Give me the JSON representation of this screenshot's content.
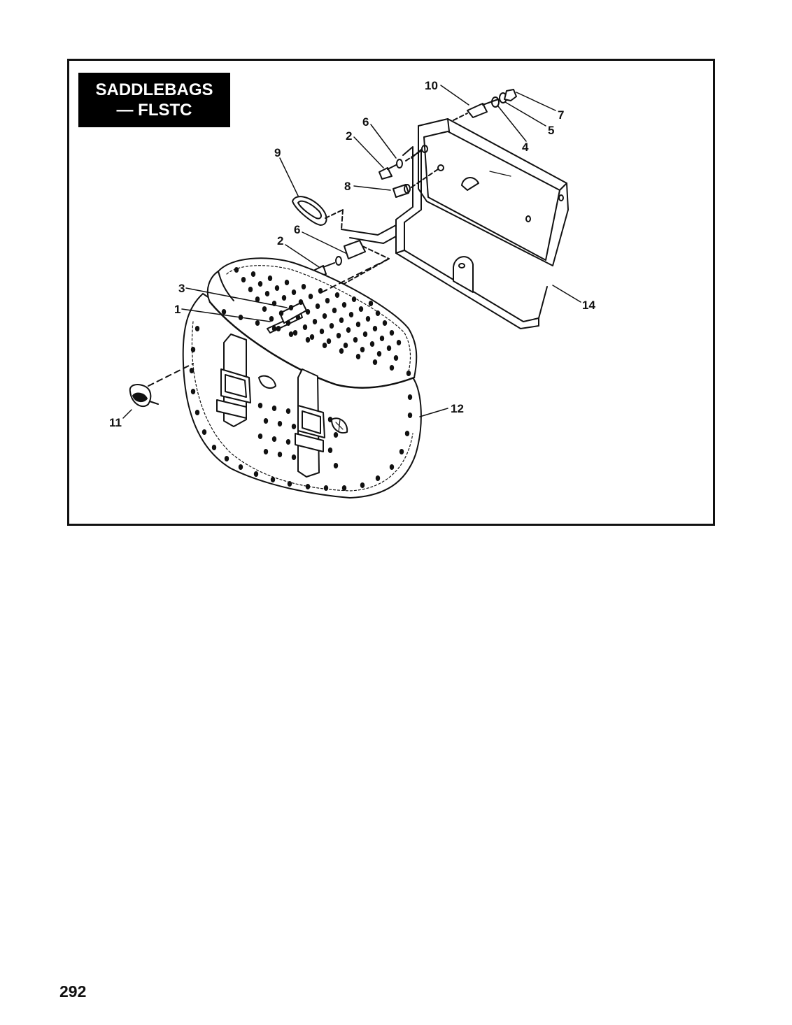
{
  "title": {
    "line1": "SADDLEBAGS",
    "line2": "— FLSTC"
  },
  "callouts": [
    {
      "id": "c10",
      "label": "10"
    },
    {
      "id": "c7",
      "label": "7"
    },
    {
      "id": "c5",
      "label": "5"
    },
    {
      "id": "c4",
      "label": "4"
    },
    {
      "id": "c6a",
      "label": "6"
    },
    {
      "id": "c2a",
      "label": "2"
    },
    {
      "id": "c9",
      "label": "9"
    },
    {
      "id": "c8",
      "label": "8"
    },
    {
      "id": "c6b",
      "label": "6"
    },
    {
      "id": "c2b",
      "label": "2"
    },
    {
      "id": "c3",
      "label": "3"
    },
    {
      "id": "c1",
      "label": "1"
    },
    {
      "id": "c14",
      "label": "14"
    },
    {
      "id": "c12",
      "label": "12"
    },
    {
      "id": "c11",
      "label": "11"
    }
  ],
  "page_number": "292"
}
